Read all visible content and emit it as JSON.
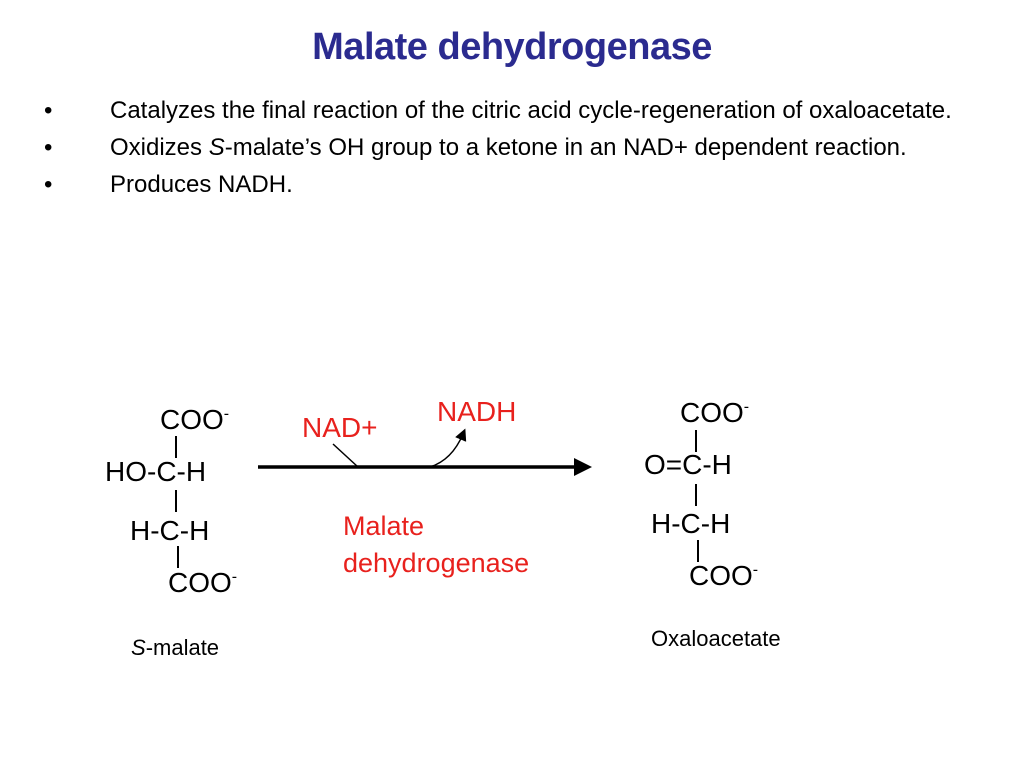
{
  "title": "Malate dehydrogenase",
  "bullets": [
    {
      "marker": "•",
      "text": "Catalyzes the final reaction of the citric acid cycle-regeneration of oxaloacetate."
    },
    {
      "marker": "•",
      "prefix_italic": "S",
      "text": "-malate’s OH group to a ketone in an NAD+ dependent reaction.",
      "lead": "Oxidizes "
    },
    {
      "marker": "•",
      "text": "Produces NADH."
    }
  ],
  "reactant": {
    "top": "COO",
    "top_charge": "-",
    "row1": "HO-C-H",
    "row2": "H-C-H",
    "bottom": "COO",
    "bottom_charge": "-",
    "name_italic": "S",
    "name_rest": "-malate"
  },
  "product": {
    "top": "COO",
    "top_charge": "-",
    "row1": "O=C-H",
    "row2": "H-C-H",
    "bottom": "COO",
    "bottom_charge": "-",
    "name": "Oxaloacetate"
  },
  "reaction": {
    "cofactor_in": "NAD+",
    "cofactor_out": "NADH",
    "enzyme_line1": "Malate",
    "enzyme_line2": "dehydrogenase",
    "text_color": "#e8211d"
  },
  "colors": {
    "title": "#2b2b8f",
    "text": "#000000"
  }
}
